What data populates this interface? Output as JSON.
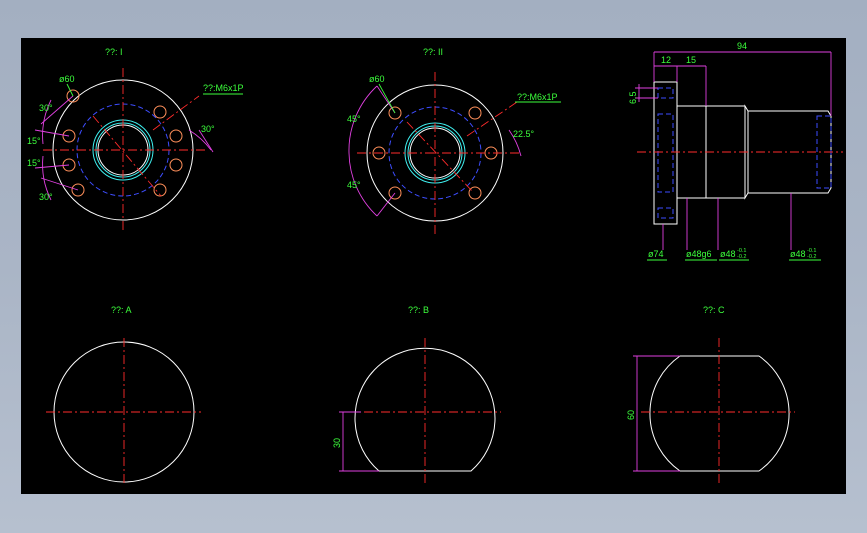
{
  "views": {
    "view_i": "??: I",
    "view_ii": "??: II",
    "view_a": "??: A",
    "view_b": "??: B",
    "view_c": "??: C"
  },
  "view_i_dims": {
    "dia": "ø60",
    "thread": "??:M6x1P",
    "ang_top": "30°",
    "ang_right": "30°",
    "ang_l1": "15°",
    "ang_l2": "15°",
    "ang_bot": "30°"
  },
  "view_ii_dims": {
    "dia": "ø60",
    "thread": "??:M6x1P",
    "ang_top": "45°",
    "ang_right": "22.5°",
    "ang_bot": "45°"
  },
  "side_dims": {
    "total": "94",
    "flange": "12",
    "step": "15",
    "height": "6.5",
    "d1": "ø74",
    "d2": "ø48g6",
    "d3_main": "ø48",
    "d3_tol_top": "-0.1",
    "d3_tol_bot": "-0.2",
    "d4_main": "ø48",
    "d4_tol_top": "-0.1",
    "d4_tol_bot": "-0.2"
  },
  "bottom_dims": {
    "b_height": "30",
    "c_height": "60"
  },
  "colors": {
    "background": "#000000",
    "outline": "#ffffff",
    "centerline": "#ff2b2b",
    "hidden": "#3d4dff",
    "dimension": "#e040e0",
    "text": "#3cff3c",
    "bore": "#3ff0f0",
    "hole": "#ff8f5a"
  }
}
